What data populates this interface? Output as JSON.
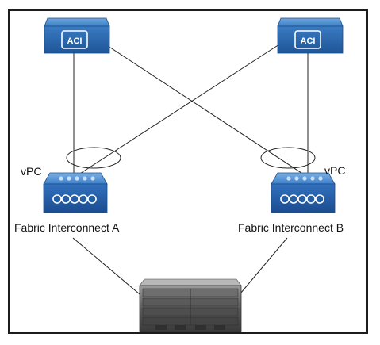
{
  "diagram": {
    "spine_switches": [
      {
        "icon_text": "ACI"
      },
      {
        "icon_text": "ACI"
      }
    ],
    "fabric_interconnects": [
      {
        "label": "Fabric Interconnect A",
        "vpc_label": "vPC"
      },
      {
        "label": "Fabric Interconnect B",
        "vpc_label": "vPC"
      }
    ],
    "server_chassis": {
      "icon": "blade-chassis-icon"
    },
    "colors": {
      "switch_blue": "#2f72b8",
      "switch_blue_dark": "#1a4f8a",
      "fi_blue": "#2a64b0",
      "line": "#222222",
      "frame": "#1c1c1c"
    }
  }
}
